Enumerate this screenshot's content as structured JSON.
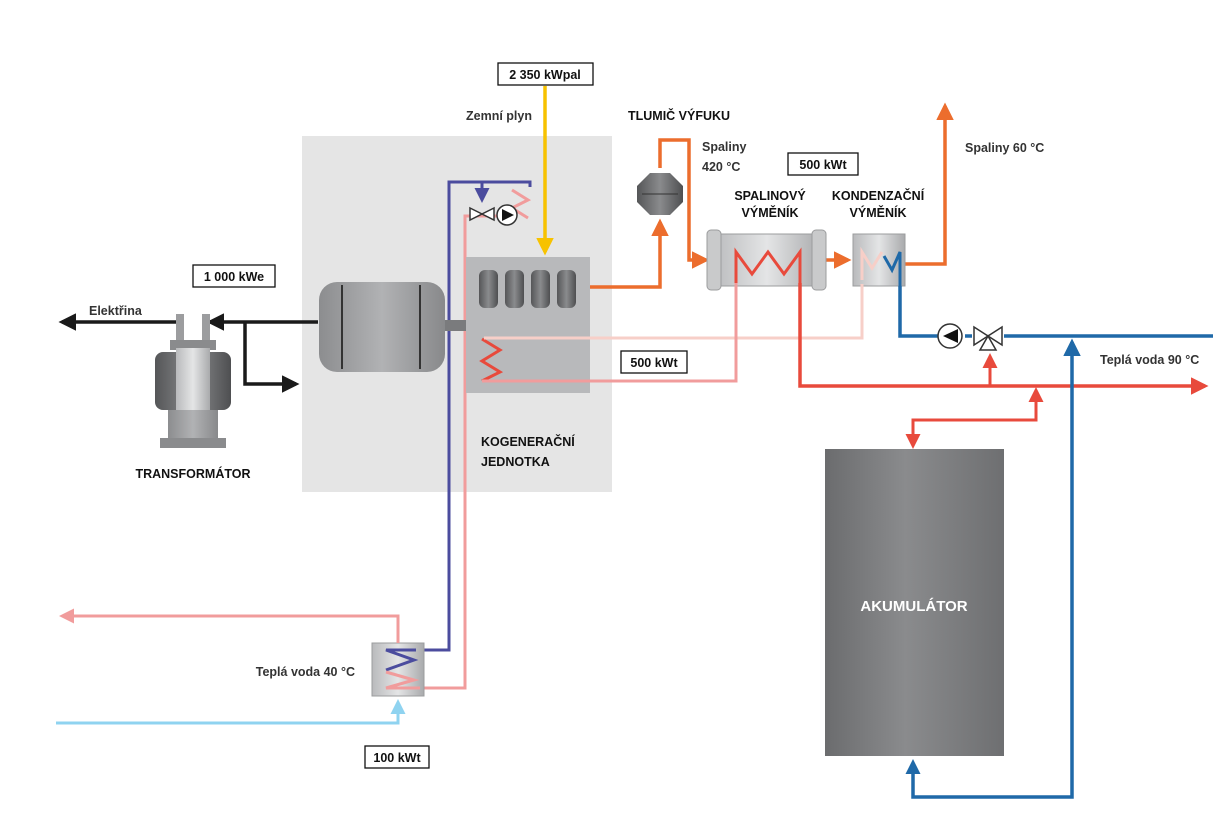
{
  "labels": {
    "gas_power": "2 350 kWpal",
    "gas": "Zemní plyn",
    "muffler": "TLUMIČ VÝFUKU",
    "flue_hot_1": "Spaliny",
    "flue_hot_2": "420 °C",
    "flue_hx_power": "500 kWt",
    "flue_hx_1": "SPALINOVÝ",
    "flue_hx_2": "VÝMĚNÍK",
    "cond_hx_1": "KONDENZAČNÍ",
    "cond_hx_2": "VÝMĚNÍK",
    "flue_cold": "Spaliny 60 °C",
    "electric_power": "1 000 kWe",
    "electricity": "Elektřina",
    "transformer": "TRANSFORMÁTOR",
    "engine_heat_power": "500 kWt",
    "chp_1": "KOGENERAČNÍ",
    "chp_2": "JEDNOTKA",
    "hot_water_90": "Teplá voda 90 °C",
    "accumulator": "AKUMULÁTOR",
    "hot_water_40": "Teplá voda 40 °C",
    "low_temp_power": "100 kWt"
  },
  "colors": {
    "gas": "#f7c200",
    "flue": "#ec6d2d",
    "hot": "#e84a3c",
    "warm": "#f19c9c",
    "pale": "#f7cfc8",
    "cool_return": "#1f69a8",
    "glycol": "#4b4c9e",
    "cold": "#8fd3f0",
    "electric": "#1a1a1a",
    "panel": "#e5e5e5",
    "accumulator": "#7a7b7d"
  }
}
